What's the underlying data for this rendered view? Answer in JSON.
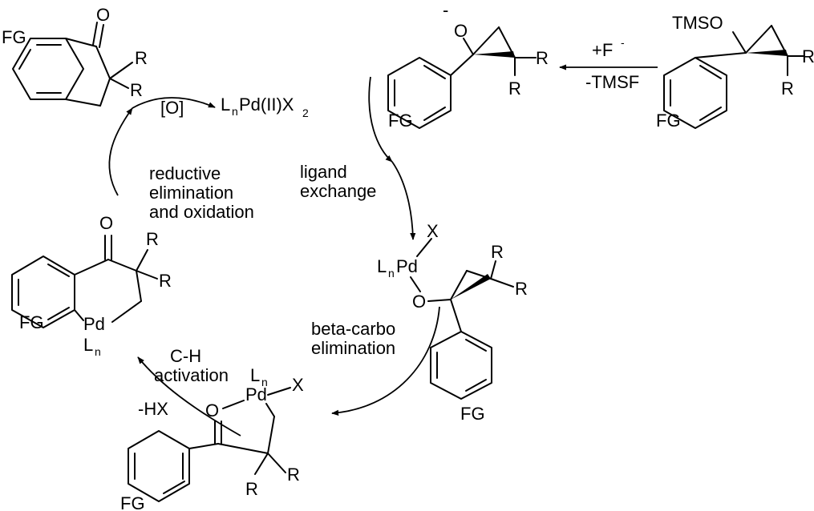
{
  "labels": {
    "fg": "FG",
    "r": "R",
    "o": "O",
    "x": "X",
    "tmso": "TMSO",
    "pd": "Pd",
    "l": "L",
    "n": "n",
    "two": "2",
    "pd_ii_x": "Pd(II)X",
    "oxidant": "[O]",
    "fluoride": "+F",
    "minus": "-",
    "tmsf": "-TMSF",
    "hx": "-HX"
  },
  "steps": {
    "reductive_elimination": [
      "reductive",
      "elimination",
      "and oxidation"
    ],
    "ligand_exchange": [
      "ligand",
      "exchange"
    ],
    "beta_carbon": [
      "beta-carbo",
      "elimination"
    ],
    "ch_activation": [
      "C-H",
      "activation"
    ]
  }
}
